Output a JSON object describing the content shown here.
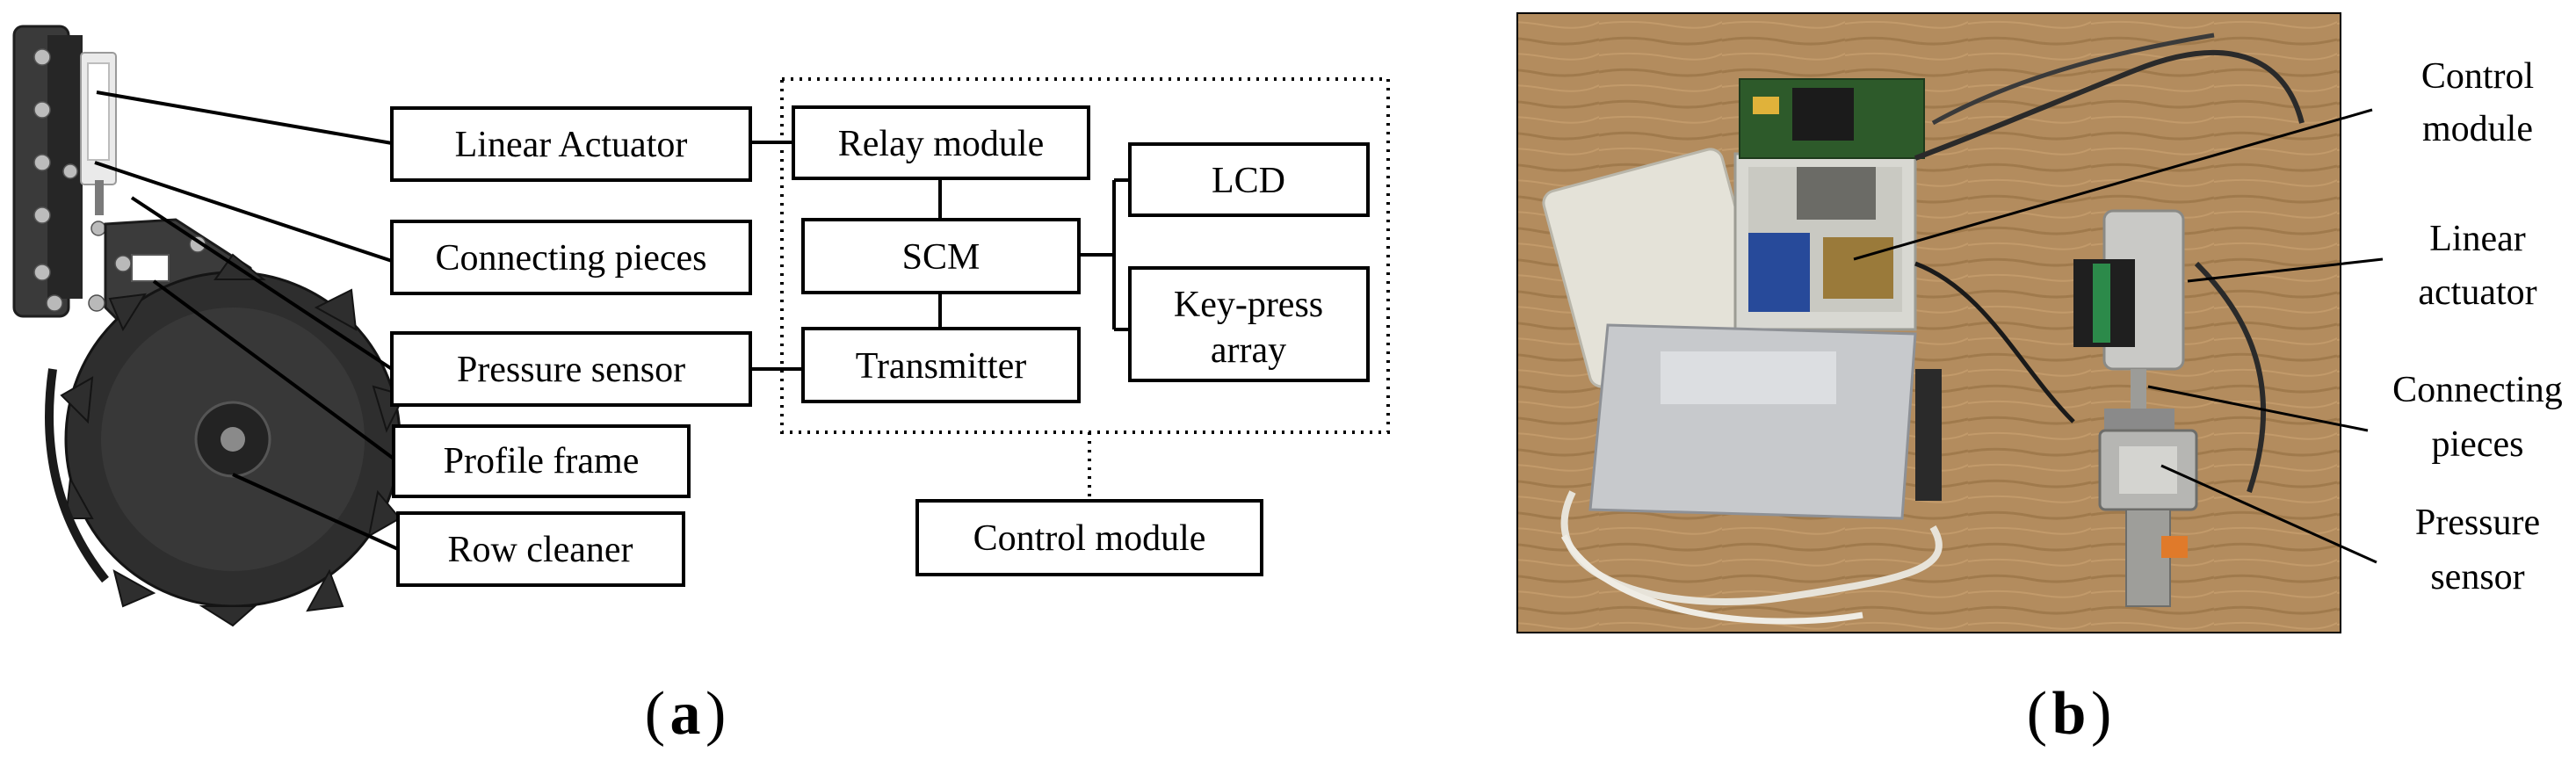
{
  "panel_a": {
    "sublabel_open": "(",
    "sublabel_letter": "a",
    "sublabel_close": ")",
    "labels": {
      "linear_actuator": "Linear Actuator",
      "connecting_pieces": "Connecting pieces",
      "pressure_sensor": "Pressure sensor",
      "profile_frame": "Profile frame",
      "row_cleaner": "Row cleaner",
      "relay_module": "Relay module",
      "scm": "SCM",
      "transmitter": "Transmitter",
      "lcd": "LCD",
      "keypress_line1": "Key-press",
      "keypress_line2": "array",
      "control_module": "Control module"
    }
  },
  "panel_b": {
    "sublabel_open": "(",
    "sublabel_letter": "b",
    "sublabel_close": ")",
    "callouts": {
      "control_1": "Control",
      "control_2": "module",
      "linear_1": "Linear",
      "linear_2": "actuator",
      "connecting_1": "Connecting",
      "connecting_2": "pieces",
      "pressure_1": "Pressure",
      "pressure_2": "sensor"
    }
  },
  "colors": {
    "line": "#000000",
    "hardware_dark": "#2f2f2f",
    "photo_table": "#b08a5c"
  }
}
